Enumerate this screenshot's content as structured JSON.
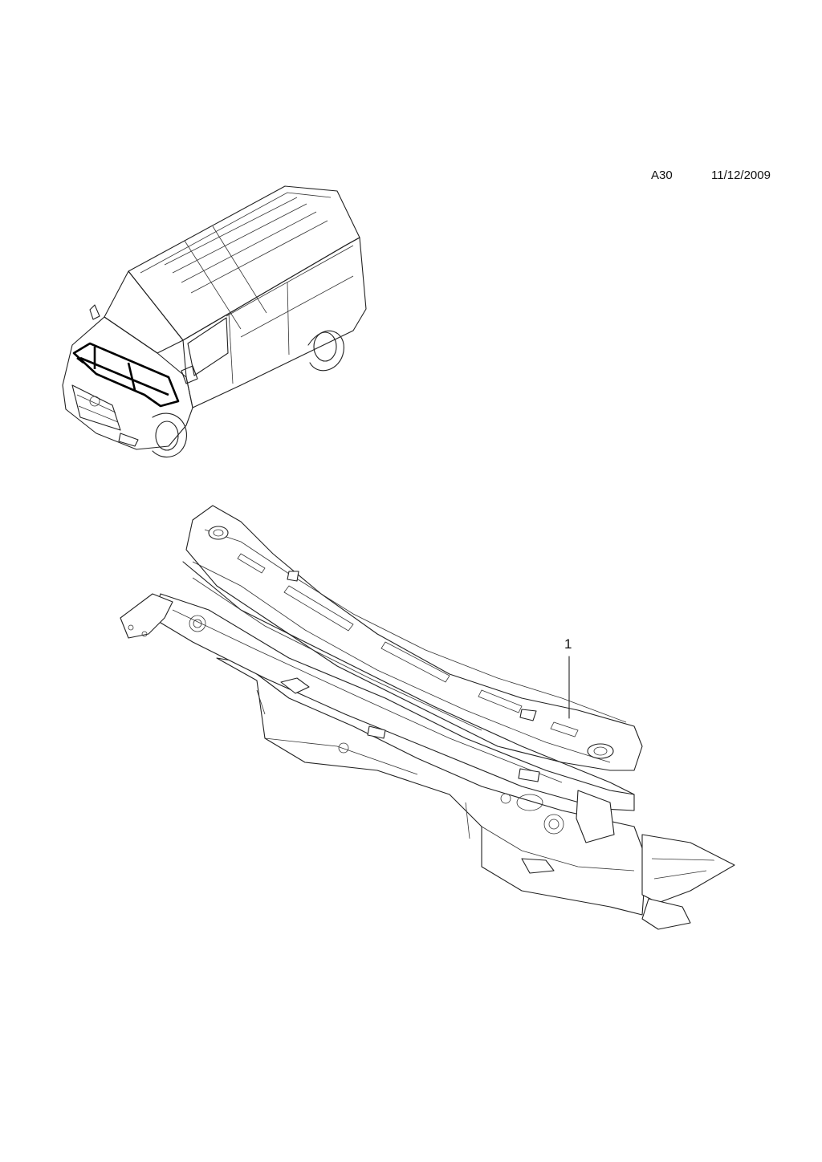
{
  "header": {
    "code": "A30",
    "date": "11/12/2009"
  },
  "callouts": [
    {
      "label": "1"
    }
  ],
  "icons": [
    "van-locator-illustration",
    "cowl-panel-part-illustration"
  ]
}
